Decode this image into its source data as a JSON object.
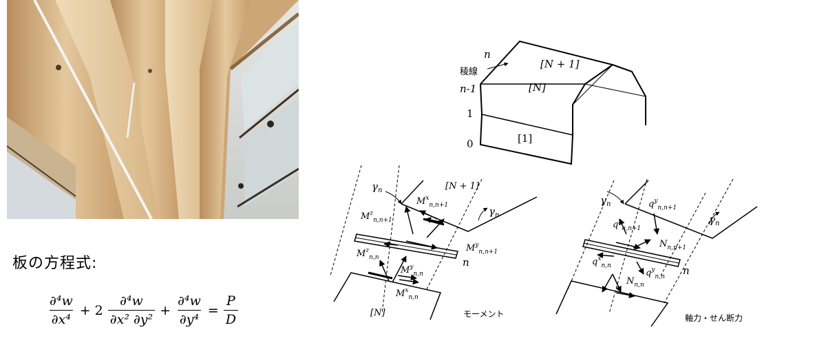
{
  "heading": "板の方程式:",
  "equation": {
    "t1_num": "∂⁴w",
    "t1_den": "∂x⁴",
    "plus1": "+ 2",
    "t2_num": "∂⁴w",
    "t2_den": "∂x² ∂y²",
    "plus2": "+",
    "t3_num": "∂⁴w",
    "t3_den": "∂y⁴",
    "eq": "=",
    "rhs_num": "P",
    "rhs_den": "D"
  },
  "top_diagram": {
    "edge_n": "n",
    "ridge_label": "稜線",
    "edge_n_minus_1": "n-1",
    "edge_1": "1",
    "edge_0": "0",
    "plate_N_plus_1": "[N + 1]",
    "plate_N": "[N]",
    "plate_1": "[1]"
  },
  "moment_diagram": {
    "caption": "モーメント",
    "gamma_left": "γn",
    "gamma_right": "γn",
    "plate_top": "[N + 1]",
    "plate_bottom": "[N]",
    "edge_n": "n",
    "Mx_top": "Mx n,n+1",
    "Mz_top": "Mz n,n+1",
    "My_top": "My n,n+1",
    "Mz_bottom": "Mz n,n",
    "My_bottom": "My n,n",
    "Mx_bottom": "Mx n,n"
  },
  "force_diagram": {
    "caption": "軸力・せん断力",
    "gamma_left": "γn",
    "gamma_right": "γn",
    "edge_n": "n",
    "qy_top": "qy n,n+1",
    "qx_top": "qx n,n+1",
    "N_top": "Nn,n+1",
    "qx_bottom": "qx n,n",
    "qy_bottom": "qy n,n",
    "N_bottom": "Nn,n"
  }
}
